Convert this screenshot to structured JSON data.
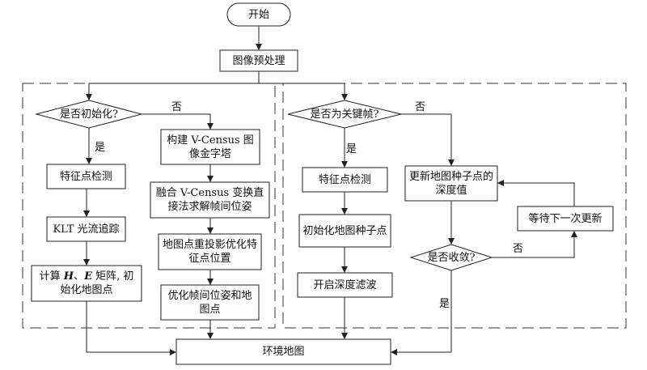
{
  "start": "开始",
  "preprocess": "图像预处理",
  "left": {
    "init_decision": "是否初始化?",
    "yes": "是",
    "no": "否",
    "feature_detect": "特征点检测",
    "klt": "KLT 光流追踪",
    "compute_line1_pre": "计算 ",
    "compute_H": "H",
    "compute_sep": "、",
    "compute_E": "E",
    "compute_line1_post": " 矩阵, 初",
    "compute_line2": "始化地图点",
    "build_pyramid": "构建 V-Census 图像金字塔",
    "fuse_census": "融合 V-Census 变换直接法求解帧间位姿",
    "reproject": "地图点重投影优化特征点位置",
    "optimize": "优化帧间位姿和地图点"
  },
  "right": {
    "keyframe_decision": "是否为关键帧?",
    "yes": "是",
    "no": "否",
    "feature_detect": "特征点检测",
    "init_seeds": "初始化地图种子点",
    "depth_filter": "开启深度滤波",
    "update_seeds": "更新地图种子点的深度值",
    "wait_update": "等待下一次更新",
    "converge_decision": "是否收敛?",
    "converge_no": "否",
    "converge_yes": "是"
  },
  "env_map": "环境地图"
}
